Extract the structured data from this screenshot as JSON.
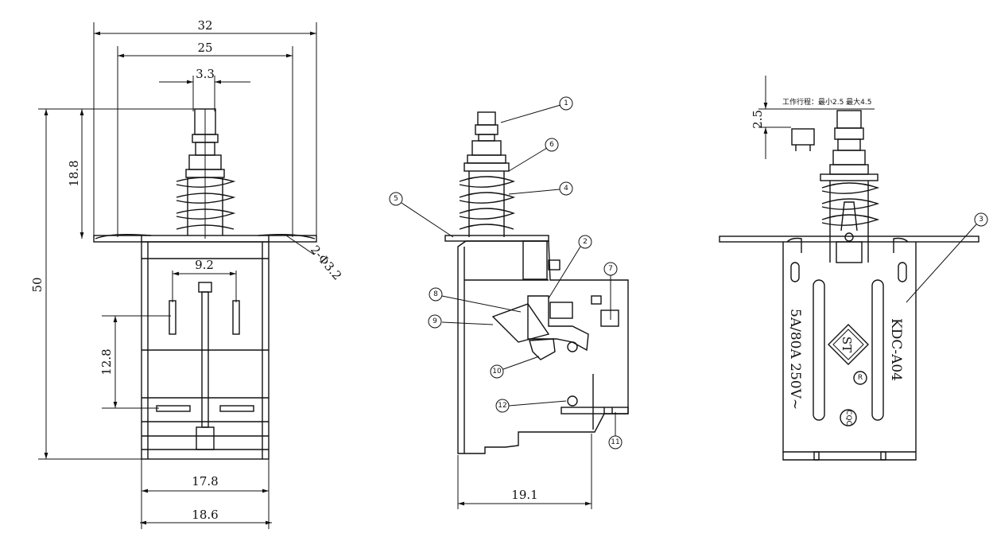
{
  "left_view": {
    "dim_total_width": "32",
    "dim_hole_spacing": "25",
    "dim_plunger_width": "3.3",
    "dim_plunger_height": "18.8",
    "dim_total_height": "50",
    "dim_hole_note": "2-Φ3.2",
    "dim_pin_spacing": "9.2",
    "dim_pin_pitch": "12.8",
    "dim_body_inner": "17.8",
    "dim_body_outer": "18.6"
  },
  "middle_view": {
    "dim_body_depth": "19.1",
    "callouts": [
      "1",
      "2",
      "4",
      "5",
      "6",
      "7",
      "8",
      "9",
      "10",
      "11",
      "12"
    ]
  },
  "right_view": {
    "travel_note": "工作行程：最小2.5 最大4.5",
    "dim_travel": "2.5",
    "callout_3": "3",
    "marking_model": "KDC-A04",
    "marking_rating": "5A/80A 250V~",
    "logo_st": "ST",
    "logo_registered": "R",
    "logo_cqc": "CQC"
  }
}
